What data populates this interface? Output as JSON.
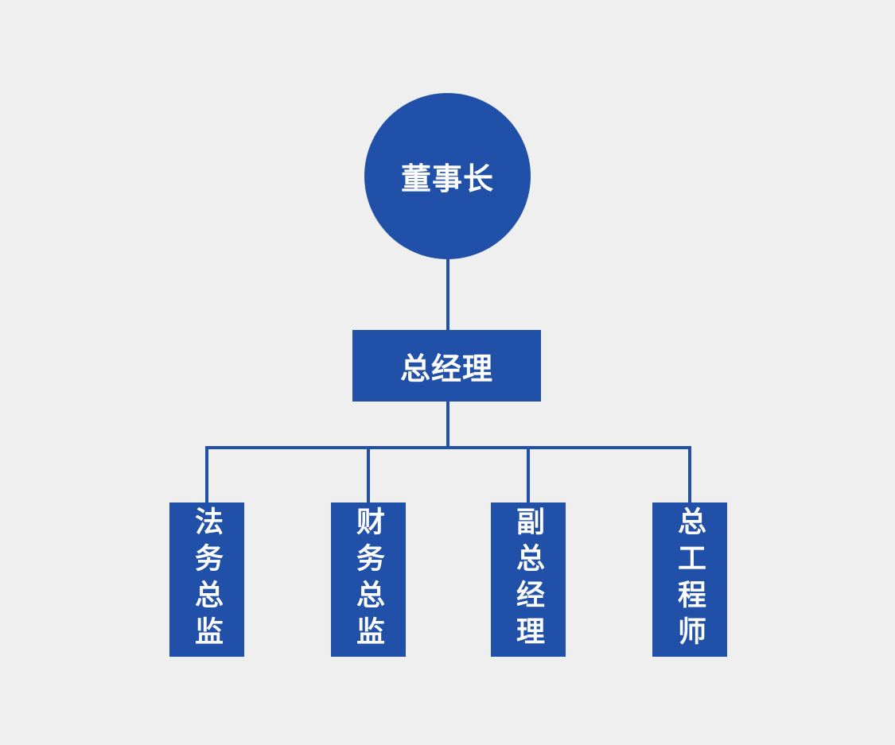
{
  "diagram": {
    "type": "org-chart",
    "background_color": "#efefef",
    "node_fill_color": "#2050a8",
    "connector_color": "#2050a8",
    "text_color": "#ffffff",
    "root": {
      "label": "董事长",
      "shape": "circle"
    },
    "manager": {
      "label": "总经理",
      "shape": "rectangle"
    },
    "departments": [
      {
        "label": "法务总监"
      },
      {
        "label": "财务总监"
      },
      {
        "label": "副总经理"
      },
      {
        "label": "总工程师"
      }
    ]
  }
}
